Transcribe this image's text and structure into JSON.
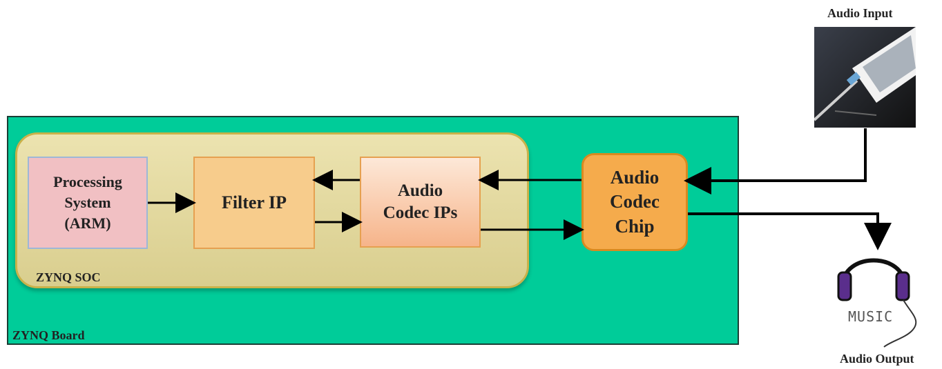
{
  "board": {
    "label": "ZYNQ Board",
    "color": "#00cc99"
  },
  "soc": {
    "label": "ZYNQ SOC"
  },
  "blocks": {
    "processing_system": "Processing\nSystem\n(ARM)",
    "filter_ip": "Filter IP",
    "audio_codec_ips": "Audio\nCodec IPs",
    "audio_codec_chip": "Audio\nCodec\nChip"
  },
  "io": {
    "audio_input_label": "Audio Input",
    "audio_output_label": "Audio Output",
    "music_text": "MUSIC"
  },
  "icons": [
    "phone-audio-jack-icon",
    "headphones-icon"
  ]
}
